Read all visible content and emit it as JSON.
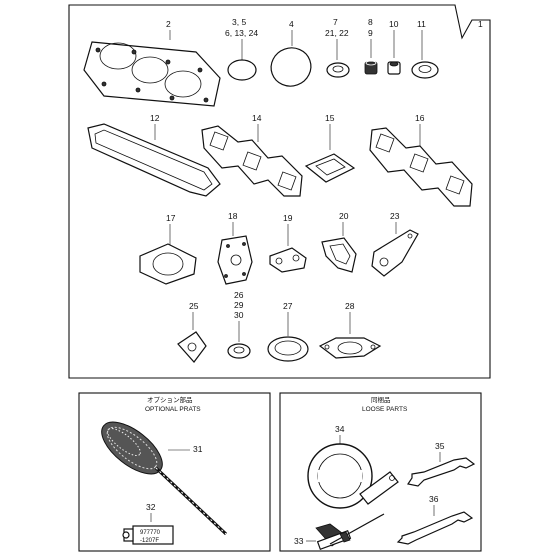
{
  "main_panel": {
    "assembly_label": "1",
    "callouts": {
      "p2": "2",
      "p3": "3, 5",
      "p3b": "6, 13, 24",
      "p4": "4",
      "p7": "7",
      "p7b": "21, 22",
      "p8": "8",
      "p8b": "9",
      "p10": "10",
      "p11": "11",
      "p12": "12",
      "p14": "14",
      "p15": "15",
      "p16": "16",
      "p17": "17",
      "p18": "18",
      "p19": "19",
      "p20": "20",
      "p23": "23",
      "p25": "25",
      "p26": "26",
      "p26b": "29",
      "p26c": "30",
      "p27": "27",
      "p28": "28"
    }
  },
  "optional_panel": {
    "title_jp": "オプション部品",
    "title_en": "OPTIONAL PRATS",
    "callouts": {
      "p31": "31",
      "p32": "32"
    },
    "tube_text_1": "977770",
    "tube_text_2": "-1207F"
  },
  "loose_panel": {
    "title_jp": "同梱品",
    "title_en": "LOOSE PARTS",
    "callouts": {
      "p33": "33",
      "p34": "34",
      "p35": "35",
      "p36": "36"
    }
  }
}
